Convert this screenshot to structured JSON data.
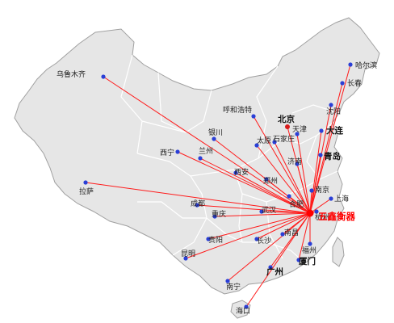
{
  "map": {
    "hub": {
      "label": "五鑫衡器",
      "color": "#ff0000"
    },
    "route_color": "#ff1a1a",
    "dot_color": "#2a3fd6",
    "land_color": "#e6e6e6",
    "border_color": "#a0a0a0",
    "cities": [
      {
        "id": "urumqi",
        "label": "乌鲁木齐"
      },
      {
        "id": "harbin",
        "label": "哈尔滨"
      },
      {
        "id": "changchun",
        "label": "长春"
      },
      {
        "id": "shenyang",
        "label": "沈阳"
      },
      {
        "id": "dalian",
        "label": "大连"
      },
      {
        "id": "beijing",
        "label": "北京"
      },
      {
        "id": "tianjin",
        "label": "天津"
      },
      {
        "id": "hohhot",
        "label": "呼和浩特"
      },
      {
        "id": "yinchuan",
        "label": "银川"
      },
      {
        "id": "taiyuan",
        "label": "太原"
      },
      {
        "id": "shijiazhuang",
        "label": "石家庄"
      },
      {
        "id": "jinan",
        "label": "济南"
      },
      {
        "id": "qingdao",
        "label": "青岛"
      },
      {
        "id": "xining",
        "label": "西宁"
      },
      {
        "id": "lanzhou",
        "label": "兰州"
      },
      {
        "id": "xian",
        "label": "西安"
      },
      {
        "id": "zhengzhou",
        "label": "郑州"
      },
      {
        "id": "nanjing",
        "label": "南京"
      },
      {
        "id": "shanghai",
        "label": "上海"
      },
      {
        "id": "hefei",
        "label": "合肥"
      },
      {
        "id": "hangzhou",
        "label": "杭州"
      },
      {
        "id": "lhasa",
        "label": "拉萨"
      },
      {
        "id": "chengdu",
        "label": "成都"
      },
      {
        "id": "chongqing",
        "label": "重庆"
      },
      {
        "id": "wuhan",
        "label": "武汉"
      },
      {
        "id": "nanchang",
        "label": "南昌"
      },
      {
        "id": "changsha",
        "label": "长沙"
      },
      {
        "id": "guiyang",
        "label": "贵阳"
      },
      {
        "id": "kunming",
        "label": "昆明"
      },
      {
        "id": "fuzhou",
        "label": "福州"
      },
      {
        "id": "xiamen",
        "label": "厦门"
      },
      {
        "id": "guangzhou",
        "label": "广州"
      },
      {
        "id": "nanning",
        "label": "南宁"
      },
      {
        "id": "haikou",
        "label": "海口"
      }
    ]
  }
}
